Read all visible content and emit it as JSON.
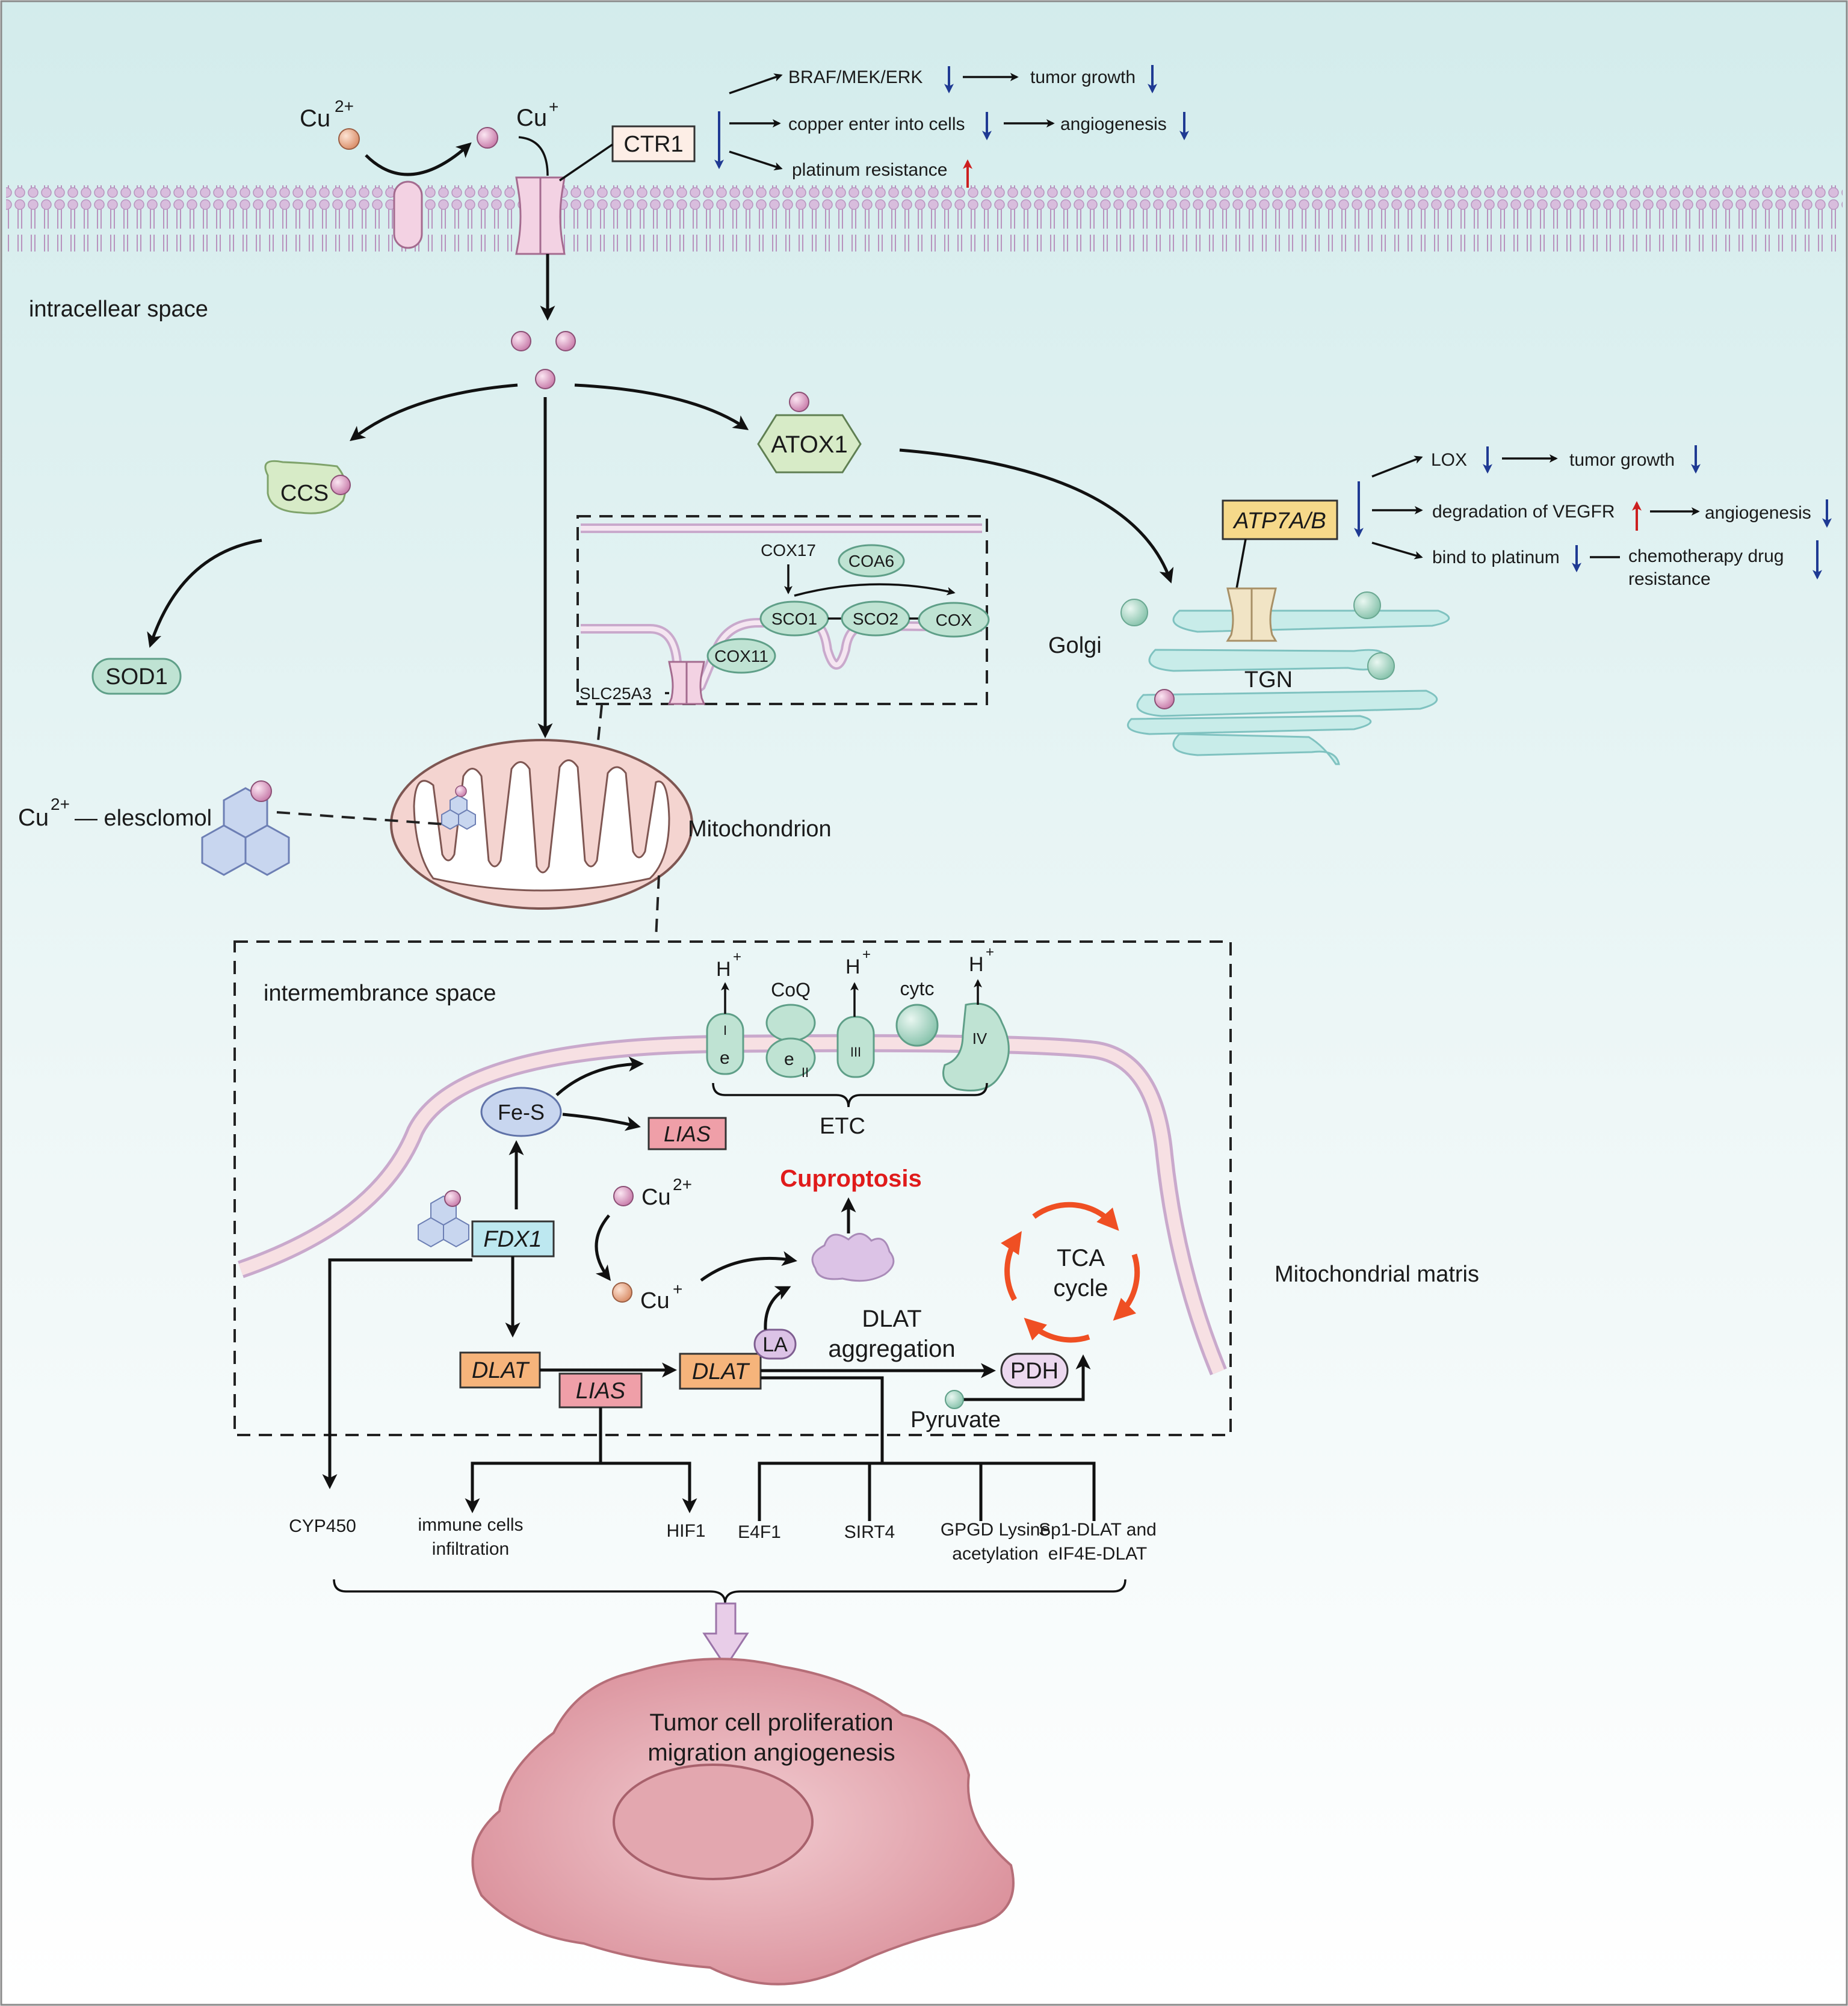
{
  "colors": {
    "background_top": "#d6eded",
    "background_bottom": "#ffffff",
    "membrane": "#c9a9cc",
    "protein_green": "#bfe3d3",
    "protein_green_stroke": "#5f9f88",
    "copper_pink": "#e9b7d6",
    "copper_orange": "#f1b99c",
    "mito_pink": "#f4d4d0",
    "golgi_blue": "#c8ece9",
    "down_arrow": "#1f3a93",
    "up_arrow": "#cc1f1f",
    "cuproptosis_red": "#e01b1b",
    "tca_arrow": "#ef4f23",
    "cell_pink": "#e4a6ae"
  },
  "extracellular": {
    "cu2_label": "Cu",
    "cu2_charge": "2+",
    "cu1_label": "Cu",
    "cu1_charge": "+",
    "ctr1": "CTR1",
    "effects": [
      {
        "text": "BRAF/MEK/ERK",
        "direction": "down"
      },
      {
        "text": "tumor growth",
        "direction": "down"
      },
      {
        "text": "copper enter into cells",
        "direction": "down"
      },
      {
        "text": "angiogenesis",
        "direction": "down"
      },
      {
        "text": "platinum resistance",
        "direction": "up"
      }
    ]
  },
  "intracellular": {
    "space_label": "intracellear space",
    "ccs": "CCS",
    "sod1": "SOD1",
    "atox1": "ATOX1",
    "golgi": "Golgi",
    "tgn": "TGN",
    "atp7": "ATP7A/B",
    "atp7_effects": [
      {
        "text": "LOX",
        "direction": "down"
      },
      {
        "text": "tumor growth",
        "direction": "down"
      },
      {
        "text": "degradation of VEGFR",
        "direction": "up"
      },
      {
        "text": "angiogenesis",
        "direction": "down"
      },
      {
        "text": "bind to platinum",
        "direction": "down"
      },
      {
        "text": "chemotherapy drug",
        "direction": ""
      },
      {
        "text": "resistance",
        "direction": "down"
      }
    ],
    "inset": {
      "cox17": "COX17",
      "coa6": "COA6",
      "sco1": "SCO1",
      "sco2": "SCO2",
      "cox": "COX",
      "cox11": "COX11",
      "slc25a3": "SLC25A3"
    },
    "elesclomol_prefix": "Cu",
    "elesclomol_charge": "2+",
    "elesclomol": "— elesclomol",
    "mitochondrion": "Mitochondrion"
  },
  "mito_detail": {
    "intermembrane": "intermembrance space",
    "h_plus": "H",
    "h_charge": "+",
    "coq": "CoQ",
    "cytc": "cytc",
    "e_minus": "e",
    "complex_1": "I",
    "complex_2": "II",
    "complex_3": "III",
    "complex_4": "IV",
    "etc": "ETC",
    "fes": "Fe-S",
    "lias": "LIAS",
    "fdx1": "FDX1",
    "cu2": "Cu",
    "cu2_charge": "2+",
    "cu1": "Cu",
    "cu1_charge": "+",
    "cuproptosis": "Cuproptosis",
    "tca_line1": "TCA",
    "tca_line2": "cycle",
    "matrix": "Mitochondrial matris",
    "dlat": "DLAT",
    "la": "LA",
    "dlat_agg_line1": "DLAT",
    "dlat_agg_line2": "aggregation",
    "pdh": "PDH",
    "pyruvate": "Pyruvate"
  },
  "downstream": {
    "cyp450": "CYP450",
    "immune_line1": "immune cells",
    "immune_line2": "infiltration",
    "hif1": "HIF1",
    "e4f1": "E4F1",
    "sirt4": "SIRT4",
    "gpgd_line1": "GPGD Lysine",
    "gpgd_line2": "acetylation",
    "sp1_line1": "Sp1-DLAT and",
    "sp1_line2": "eIF4E-DLAT"
  },
  "tumor": {
    "line1": "Tumor cell proliferation",
    "line2": "migration angiogenesis"
  }
}
